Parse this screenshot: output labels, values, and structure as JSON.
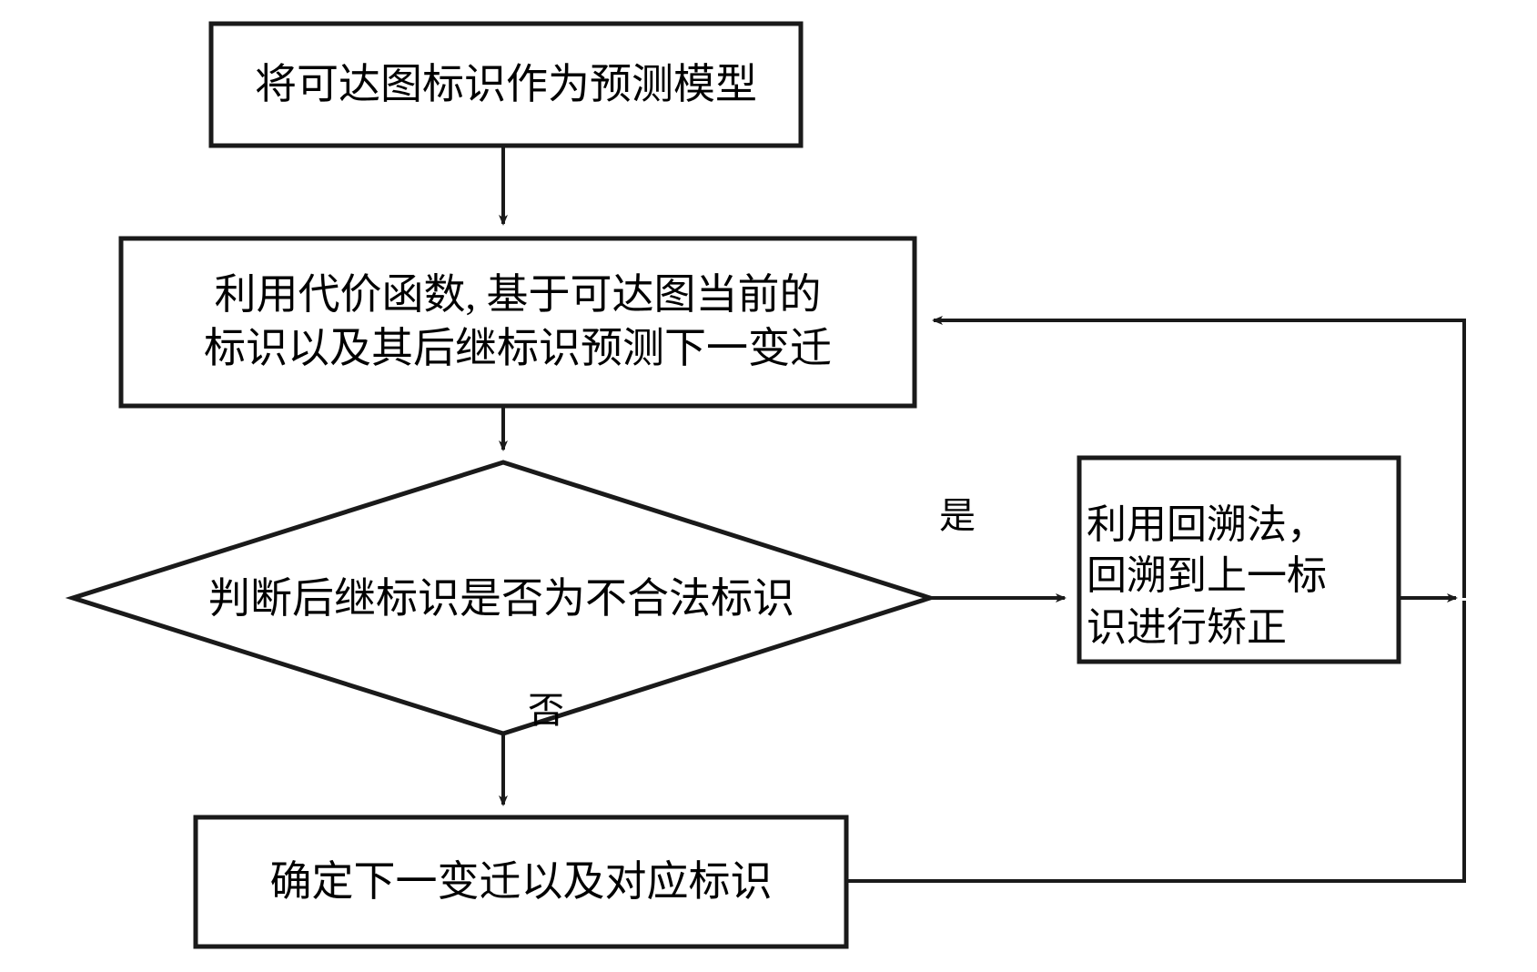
{
  "diagram": {
    "title": "可达图预测流程图",
    "background_color": "#ffffff",
    "line_color": "#1a1a1a",
    "text_color": "#000000",
    "nodes": {
      "start": {
        "shape": "rectangle",
        "text": "将可达图标识作为预测模型"
      },
      "predict": {
        "shape": "rectangle",
        "line1": "利用代价函数, 基于可达图当前的",
        "line2": "标识以及其后继标识预测下一变迁"
      },
      "decision": {
        "shape": "diamond",
        "text": "判断后继标识是否为不合法标识"
      },
      "backtrack": {
        "shape": "rectangle",
        "line1": "利用回溯法，",
        "line2": "回溯到上一标",
        "line3": "识进行矫正"
      },
      "confirm": {
        "shape": "rectangle",
        "text": "确定下一变迁以及对应标识"
      }
    },
    "edge_labels": {
      "yes": "是",
      "no": "否"
    },
    "edges": [
      {
        "from": "start",
        "to": "predict",
        "label": ""
      },
      {
        "from": "predict",
        "to": "decision",
        "label": ""
      },
      {
        "from": "decision",
        "to": "backtrack",
        "label": "是"
      },
      {
        "from": "decision",
        "to": "confirm",
        "label": "否"
      },
      {
        "from": "backtrack",
        "to": "predict",
        "label": ""
      },
      {
        "from": "confirm",
        "to": "predict",
        "label": ""
      }
    ]
  }
}
